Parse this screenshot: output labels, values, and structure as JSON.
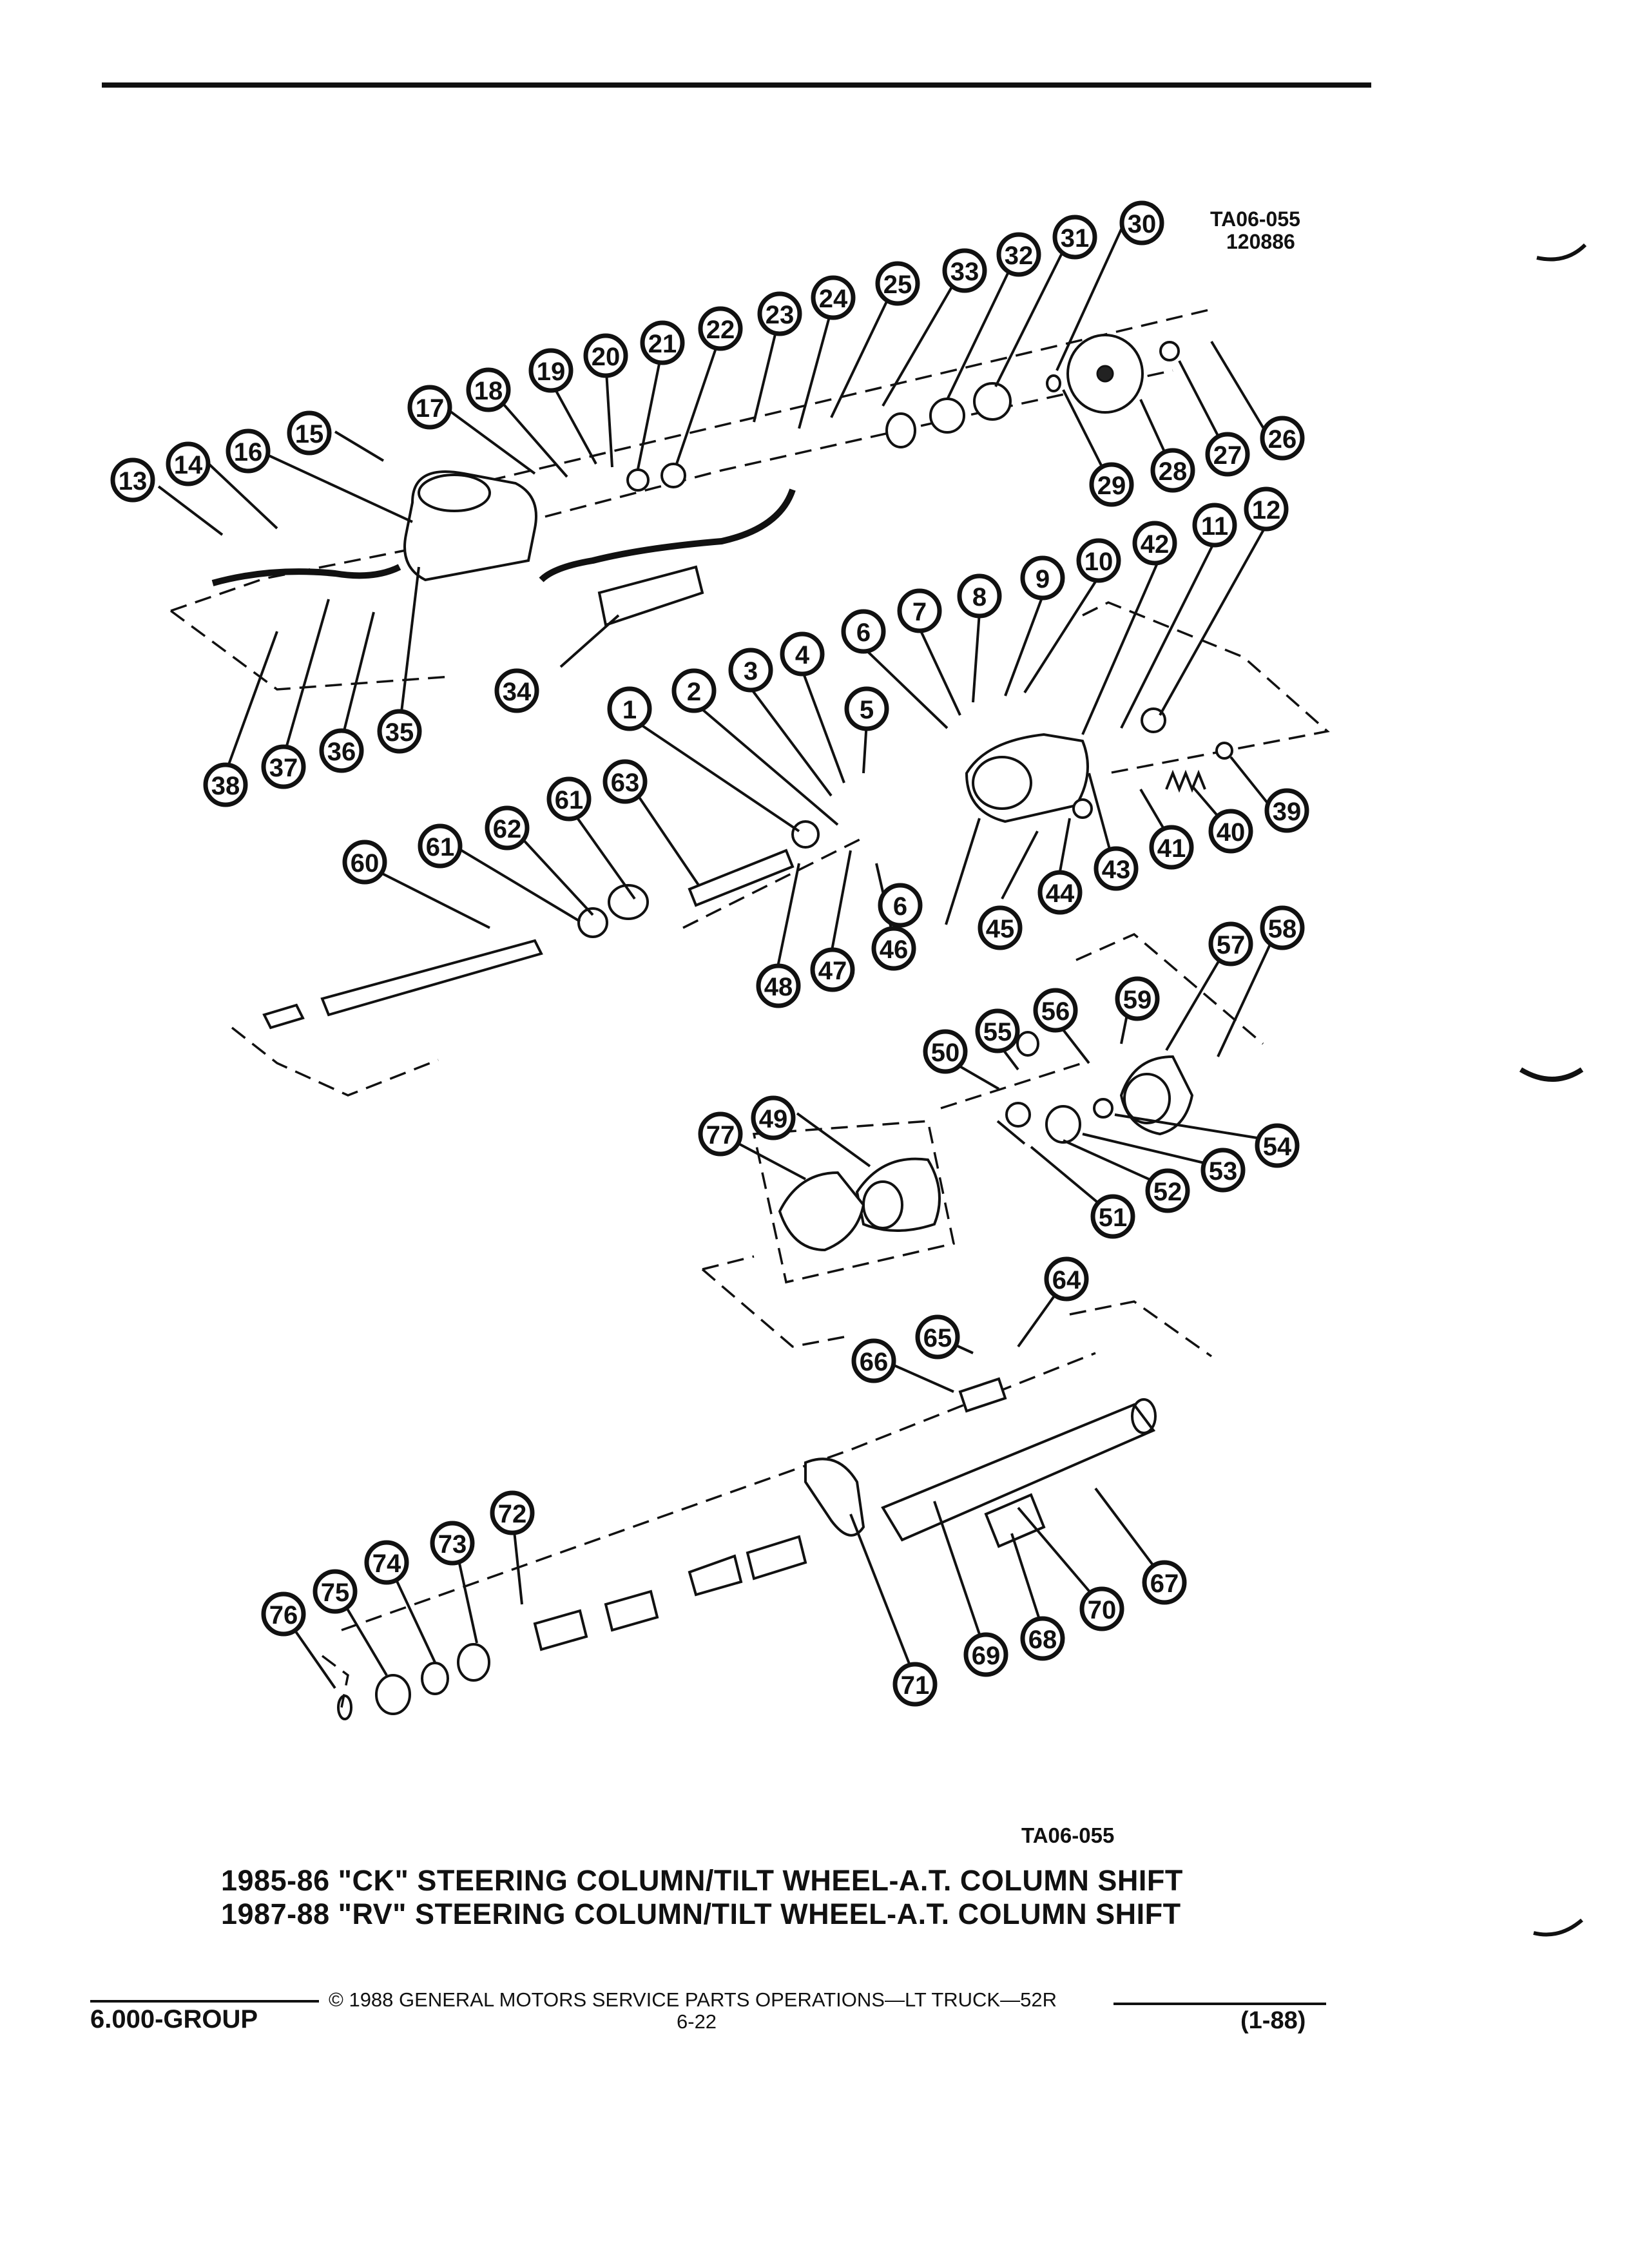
{
  "figure_code": "TA06-055",
  "figure_date": "120886",
  "callouts": [
    {
      "n": "1"
    },
    {
      "n": "2"
    },
    {
      "n": "3"
    },
    {
      "n": "4"
    },
    {
      "n": "5"
    },
    {
      "n": "6"
    },
    {
      "n": "6"
    },
    {
      "n": "7"
    },
    {
      "n": "8"
    },
    {
      "n": "9"
    },
    {
      "n": "10"
    },
    {
      "n": "11"
    },
    {
      "n": "12"
    },
    {
      "n": "13"
    },
    {
      "n": "14"
    },
    {
      "n": "15"
    },
    {
      "n": "16"
    },
    {
      "n": "17"
    },
    {
      "n": "18"
    },
    {
      "n": "19"
    },
    {
      "n": "20"
    },
    {
      "n": "21"
    },
    {
      "n": "22"
    },
    {
      "n": "23"
    },
    {
      "n": "24"
    },
    {
      "n": "25"
    },
    {
      "n": "26"
    },
    {
      "n": "27"
    },
    {
      "n": "28"
    },
    {
      "n": "29"
    },
    {
      "n": "30"
    },
    {
      "n": "31"
    },
    {
      "n": "32"
    },
    {
      "n": "33"
    },
    {
      "n": "34"
    },
    {
      "n": "35"
    },
    {
      "n": "36"
    },
    {
      "n": "37"
    },
    {
      "n": "38"
    },
    {
      "n": "39"
    },
    {
      "n": "40"
    },
    {
      "n": "41"
    },
    {
      "n": "42"
    },
    {
      "n": "43"
    },
    {
      "n": "44"
    },
    {
      "n": "45"
    },
    {
      "n": "46"
    },
    {
      "n": "47"
    },
    {
      "n": "48"
    },
    {
      "n": "49"
    },
    {
      "n": "50"
    },
    {
      "n": "51"
    },
    {
      "n": "52"
    },
    {
      "n": "53"
    },
    {
      "n": "54"
    },
    {
      "n": "55"
    },
    {
      "n": "56"
    },
    {
      "n": "57"
    },
    {
      "n": "58"
    },
    {
      "n": "59"
    },
    {
      "n": "60"
    },
    {
      "n": "61"
    },
    {
      "n": "61"
    },
    {
      "n": "62"
    },
    {
      "n": "63"
    },
    {
      "n": "64"
    },
    {
      "n": "65"
    },
    {
      "n": "66"
    },
    {
      "n": "67"
    },
    {
      "n": "68"
    },
    {
      "n": "69"
    },
    {
      "n": "70"
    },
    {
      "n": "71"
    },
    {
      "n": "72"
    },
    {
      "n": "73"
    },
    {
      "n": "74"
    },
    {
      "n": "75"
    },
    {
      "n": "76"
    },
    {
      "n": "77"
    }
  ],
  "caption_code": "TA06-055",
  "title_line1": "1985-86 \"CK\" STEERING COLUMN/TILT WHEEL-A.T. COLUMN SHIFT",
  "title_line2": "1987-88 \"RV\" STEERING COLUMN/TILT WHEEL-A.T. COLUMN SHIFT",
  "footer": {
    "copyright": "© 1988 GENERAL MOTORS SERVICE PARTS OPERATIONS—LT TRUCK—52R",
    "group": "6.000-GROUP",
    "page": "6-22",
    "revision": "(1-88)"
  }
}
